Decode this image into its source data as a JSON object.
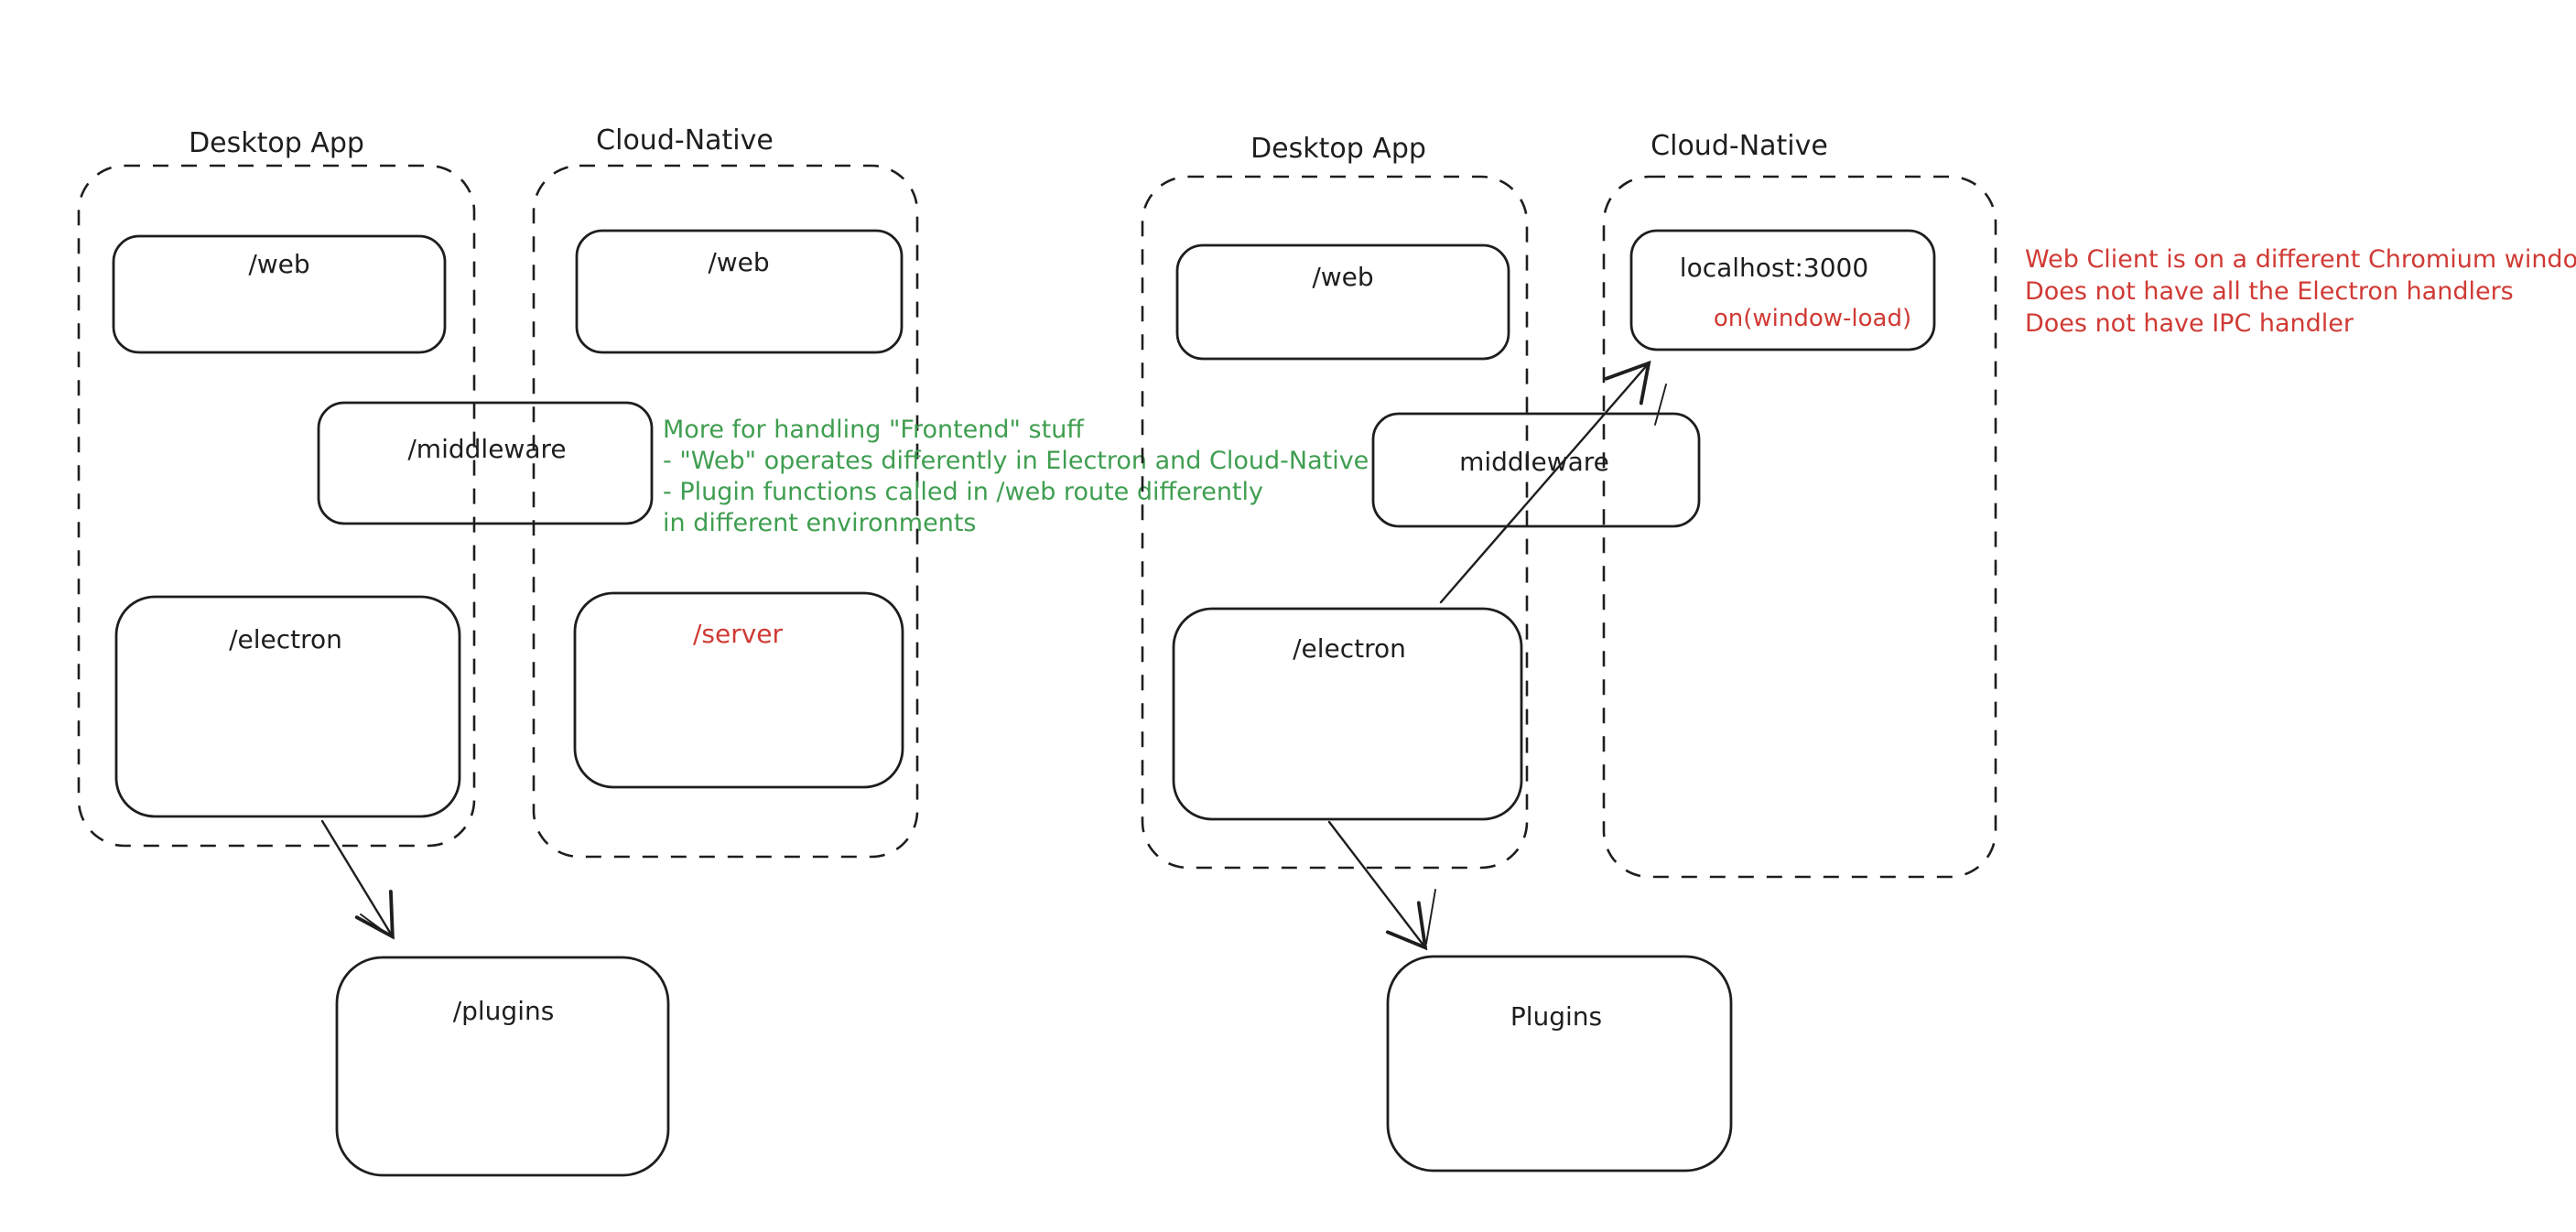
{
  "colors": {
    "ink": "#1e1e1e",
    "annotation_green": "#3f9e50",
    "annotation_red": "#d03a34",
    "background": "#ffffff"
  },
  "left_diagram": {
    "desktop_label": "Desktop App",
    "cloud_label": "Cloud-Native",
    "boxes": {
      "desktop_web": "/web",
      "cloud_web": "/web",
      "middleware": "/middleware",
      "electron": "/electron",
      "server": "/server",
      "plugins": "/plugins"
    },
    "note_lines": [
      "More for handling \"Frontend\" stuff",
      "- \"Web\" operates differently in Electron and Cloud-Native",
      "- Plugin functions called in /web route differently",
      "in different environments"
    ]
  },
  "right_diagram": {
    "desktop_label": "Desktop App",
    "cloud_label": "Cloud-Native",
    "boxes": {
      "desktop_web": "/web",
      "localhost": "localhost:3000",
      "localhost_event": "on(window-load)",
      "middleware": "middleware",
      "electron": "/electron",
      "plugins": "Plugins"
    },
    "note_lines": [
      "Web Client is on a different Chromium window",
      "Does not have all the Electron handlers",
      "Does not have IPC handler"
    ]
  }
}
